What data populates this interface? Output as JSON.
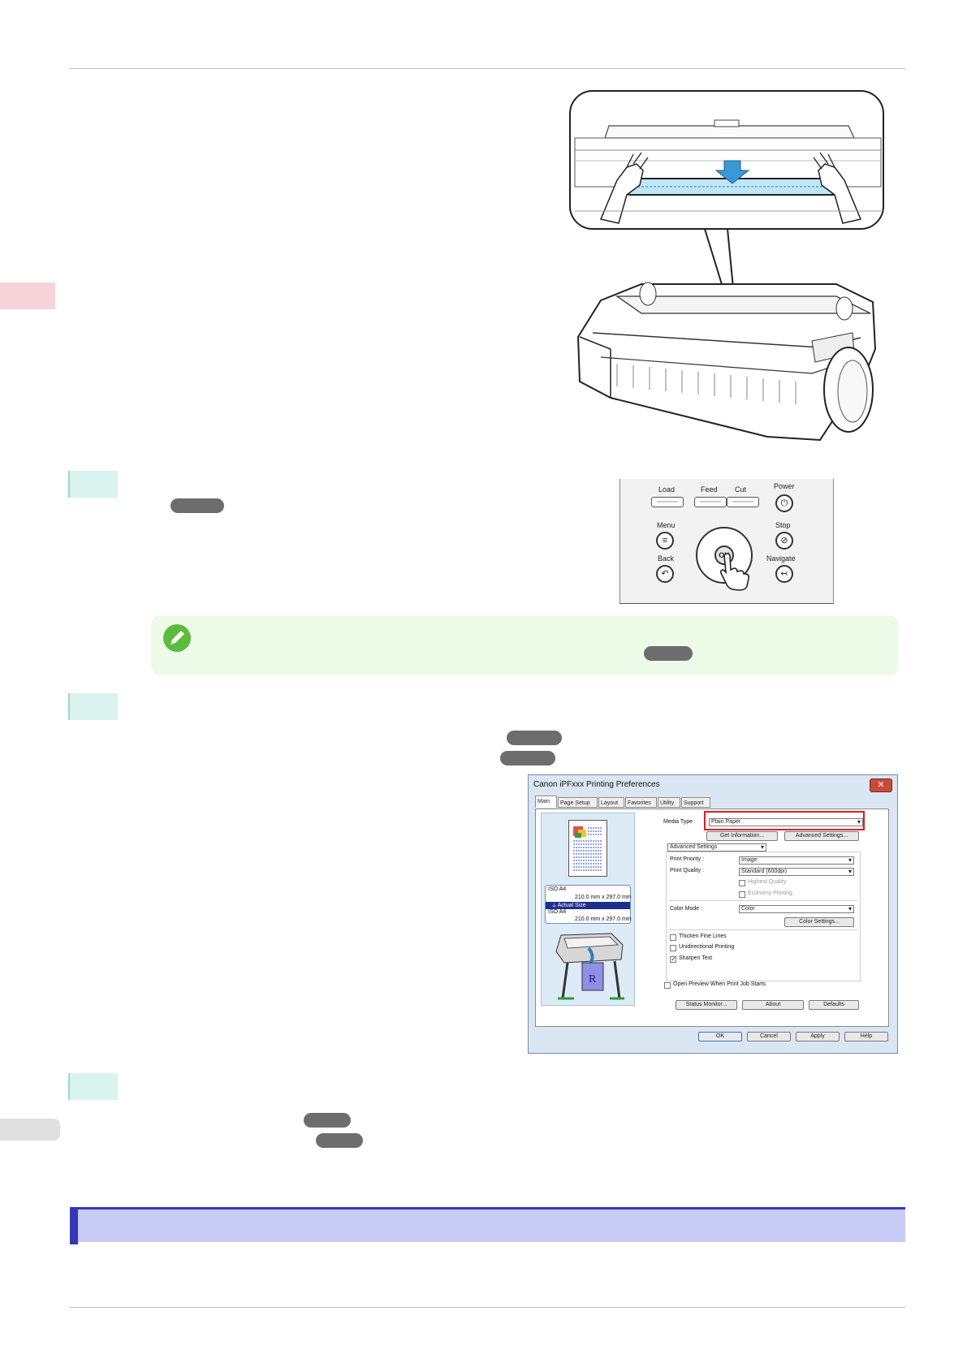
{
  "printer_panel": {
    "load": "Load",
    "feed": "Feed",
    "cut": "Cut",
    "power": "Power",
    "menu": "Menu",
    "stop": "Stop",
    "back": "Back",
    "navigate": "Navigate",
    "ok": "OK"
  },
  "dialog": {
    "title": "Canon iPFxxx Printing Preferences",
    "close": "✕",
    "tabs": [
      "Main",
      "Page Setup",
      "Layout",
      "Favorites",
      "Utility",
      "Support"
    ],
    "preview": {
      "paper_1": "ISO A4",
      "size_1": "210.0 mm x 297.0 mm",
      "actual_size": "Actual Size",
      "paper_2": "ISO A4",
      "size_2": "210.0 mm x 297.0 mm"
    },
    "media_type_label": "Media Type",
    "media_type_value": "Plain Paper",
    "get_information": "Get Information...",
    "advanced_settings_btn": "Advanced Settings...",
    "mode_dropdown": "Advanced Settings",
    "print_priority_label": "Print Priority :",
    "print_priority_value": "Image",
    "print_quality_label": "Print Quality :",
    "print_quality_value": "Standard (600dpi)",
    "highest_quality": "Highest Quality",
    "economy_printing": "Economy Printing",
    "color_mode_label": "Color Mode :",
    "color_mode_value": "Color",
    "color_settings": "Color Settings...",
    "thicken_fine_lines": "Thicken Fine Lines",
    "unidirectional_printing": "Unidirectional Printing",
    "sharpen_text": "Sharpen Text",
    "open_preview": "Open Preview When Print Job Starts",
    "status_monitor": "Status Monitor...",
    "about": "About",
    "defaults": "Defaults",
    "ok": "OK",
    "cancel": "Cancel",
    "apply": "Apply",
    "help": "Help"
  },
  "colors": {
    "step_marker": "#d9f3ee",
    "note_bg": "#edfbe9",
    "section_bg": "#c8caf6",
    "section_accent": "#3438b6",
    "side_tab": "#f6d3d8",
    "link_pill": "#6d6d6d"
  }
}
